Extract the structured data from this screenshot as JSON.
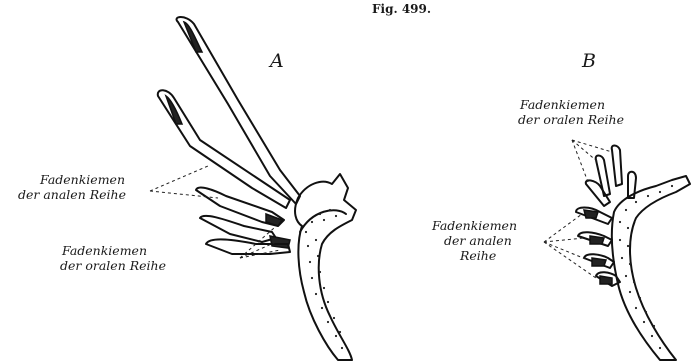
{
  "figure": {
    "number": "Fig. 499.",
    "panels": {
      "a": "A",
      "b": "B"
    },
    "labels_a": {
      "anal_line1": "Fadenkiemen",
      "anal_line2": "der analen Reihe",
      "oral_line1": "Fadenkiemen",
      "oral_line2": "der oralen Reihe"
    },
    "labels_b": {
      "oral_line1": "Fadenkiemen",
      "oral_line2": "der oralen Reihe",
      "anal_line1": "Fadenkiemen",
      "anal_line2": "der analen",
      "anal_line3": "Reihe"
    },
    "ink_color": "#111111"
  }
}
